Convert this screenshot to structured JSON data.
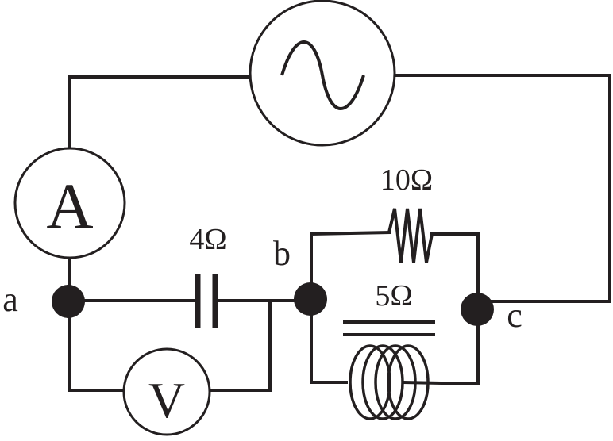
{
  "diagram": {
    "meters": {
      "ammeter": "A",
      "voltmeter": "V"
    },
    "components": {
      "capacitor_label": "4Ω",
      "resistor_label": "10Ω",
      "inductor_label": "5Ω"
    },
    "nodes": {
      "a": "a",
      "b": "b",
      "c": "c"
    },
    "colors": {
      "ink": "#231f20",
      "background": "#ffffff"
    }
  }
}
